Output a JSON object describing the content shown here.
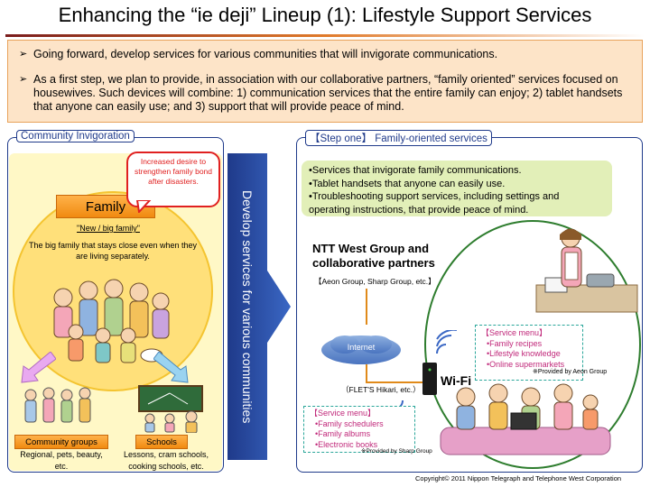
{
  "title": "Enhancing the “ie deji” Lineup (1): Lifestyle Support Services",
  "intro": {
    "bullet1": "Going forward, develop services for various communities that will invigorate communications.",
    "bullet2": "As a first step, we plan to provide, in association with our collaborative partners, “family oriented” services focused on housewives.  Such devices will combine: 1) communication services that the entire family can enjoy; 2) tablet handsets that anyone can easily use; and 3) support that will provide peace of mind."
  },
  "left": {
    "panel_label": "Community Invigoration",
    "callout": "Increased desire to strengthen family bond after disasters.",
    "family_label": "Family",
    "family_sub": "\"New / big family\"",
    "family_desc": "The big family that stays close even when they are living separately.",
    "community_tab": "Community groups",
    "community_desc": "Regional, pets, beauty, etc.",
    "schools_tab": "Schools",
    "schools_desc": "Lessons, cram schools, cooking schools, etc."
  },
  "middle": {
    "arrow_text": "Develop services for various communities"
  },
  "right": {
    "panel_label": "【Step one】 Family-oriented services",
    "services": [
      "•Services that invigorate family communications.",
      "•Tablet handsets that anyone can easily use.",
      "•Troubleshooting support services, including settings and",
      "  operating instructions, that provide peace of mind."
    ],
    "ntt_title": "NTT West Group and collaborative partners",
    "ntt_partners": "【Aeon Group, Sharp Group, etc.】",
    "internet_label": "Internet",
    "flets_label": "（FLET'S Hikari, etc.）",
    "wifi_label": "Wi-Fi",
    "menu1": {
      "heading": "【Service menu】",
      "items": [
        "•Family recipes",
        "•Lifestyle knowledge",
        "•Online supermarkets"
      ],
      "note": "※Provided by Aeon Group"
    },
    "menu2": {
      "heading": "【Service menu】",
      "items": [
        "•Family schedulers",
        "•Family albums",
        "•Electronic books"
      ],
      "note": "※Provided by Sharp Group"
    }
  },
  "copyright": "Copyright© 2011 Nippon Telegraph and Telephone West Corporation",
  "colors": {
    "accent_blue": "#1f3a8a",
    "orange": "#f08a10",
    "intro_bg": "#fde4c8",
    "services_bg": "#e2efb8",
    "menu_text": "#c0287a",
    "callout_red": "#e02020"
  }
}
